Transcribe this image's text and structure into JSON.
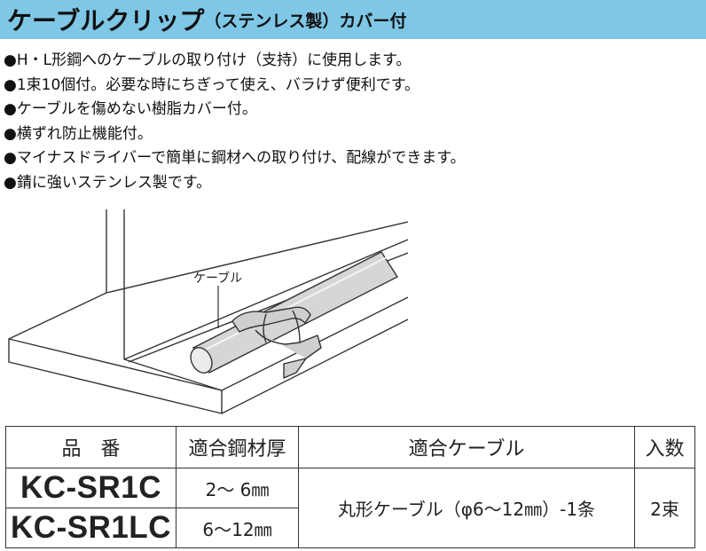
{
  "header": {
    "title": "ケーブルクリップ",
    "subtitle": "（ステンレス製）カバー付"
  },
  "features": [
    "H・L形鋼へのケーブルの取り付け（支持）に使用します。",
    "1束10個付。必要な時にちぎって使え、バラけず便利です。",
    "ケーブルを傷めない樹脂カバー付。",
    "横ずれ防止機能付。",
    "マイナスドライバーで簡単に鋼材への取り付け、配線ができます。",
    "錆に強いステンレス製です。"
  ],
  "diagram": {
    "cable_label": "ケーブル"
  },
  "spec_table": {
    "headers": [
      "品　番",
      "適合鋼材厚",
      "適合ケーブル",
      "入数"
    ],
    "rows": [
      {
        "part": "KC-SR1C",
        "thickness": "2〜 6㎜"
      },
      {
        "part": "KC-SR1LC",
        "thickness": "6〜12㎜"
      }
    ],
    "cable": "丸形ケーブル（φ6〜12㎜）-1条",
    "quantity": "2束"
  },
  "colors": {
    "title_bar": "#7fc7e6",
    "text": "#111111",
    "line": "#333333"
  }
}
